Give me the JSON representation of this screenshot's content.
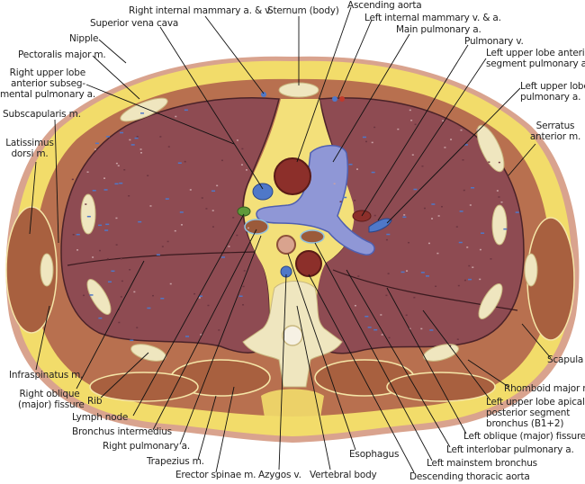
{
  "title": "Axial section of thorax at level of pulmonary trunk",
  "colors": {
    "skin": "#d9a38e",
    "fat": "#f2dc6a",
    "fat_light": "#f7e88f",
    "muscle": "#b8704f",
    "muscle_dark": "#8f4f36",
    "lung": "#8e4b52",
    "lung_dark": "#6d3540",
    "bone": "#efe6bf",
    "pulmonary_trunk": "#8f97d6",
    "vein_blue": "#4f78c8",
    "aorta": "#8c2f2a",
    "lymph": "#5f9a3a",
    "mediastinum_fat": "#f3e07a",
    "leader": "#111111"
  },
  "labels": {
    "right_internal_mammary": "Right internal mammary a. & v.",
    "sternum": "Sternum (body)",
    "ascending_aorta": "Ascending aorta",
    "left_internal_mammary": "Left internal mammary v. & a.",
    "main_pulmonary": "Main pulmonary a.",
    "superior_vena_cava": "Superior vena cava",
    "nipple": "Nipple",
    "pectoralis_major": "Pectoralis major m.",
    "right_upper_lobe_ant": "Right upper lobe\nanterior subseg-\nmental pulmonary a.",
    "subscapularis": "Subscapularis m.",
    "latissimus": "Latissimus\ndorsi m.",
    "pulmonary_v": "Pulmonary v.",
    "left_upper_lobe_ant_seg": "Left upper lobe anterior\nsegment pulmonary a.",
    "left_upper_lobe_pa": "Left upper lobe\npulmonary a.",
    "serratus": "Serratus\nanterior m.",
    "infraspinatus": "Infraspinatus m.",
    "right_oblique": "Right oblique\n(major) fissure",
    "rib": "Rib",
    "lymph_node": "Lymph node",
    "bronchus_intermedius": "Bronchus intermedius",
    "right_pulmonary": "Right pulmonary a.",
    "trapezius": "Trapezius m.",
    "erector_spinae": "Erector spinae m.",
    "azygos": "Azygos v.",
    "vertebral_body": "Vertebral body",
    "esophagus": "Esophagus",
    "descending_aorta": "Descending thoracic aorta",
    "left_mainstem": "Left mainstem bronchus",
    "left_interlobar": "Left interlobar pulmonary a.",
    "left_oblique": "Left oblique (major) fissure",
    "left_upper_apical": "Left upper lobe apical-\nposterior segment\nbronchus (B1+2)",
    "rhomboid": "Rhomboid major m.",
    "scapula": "Scapula"
  }
}
